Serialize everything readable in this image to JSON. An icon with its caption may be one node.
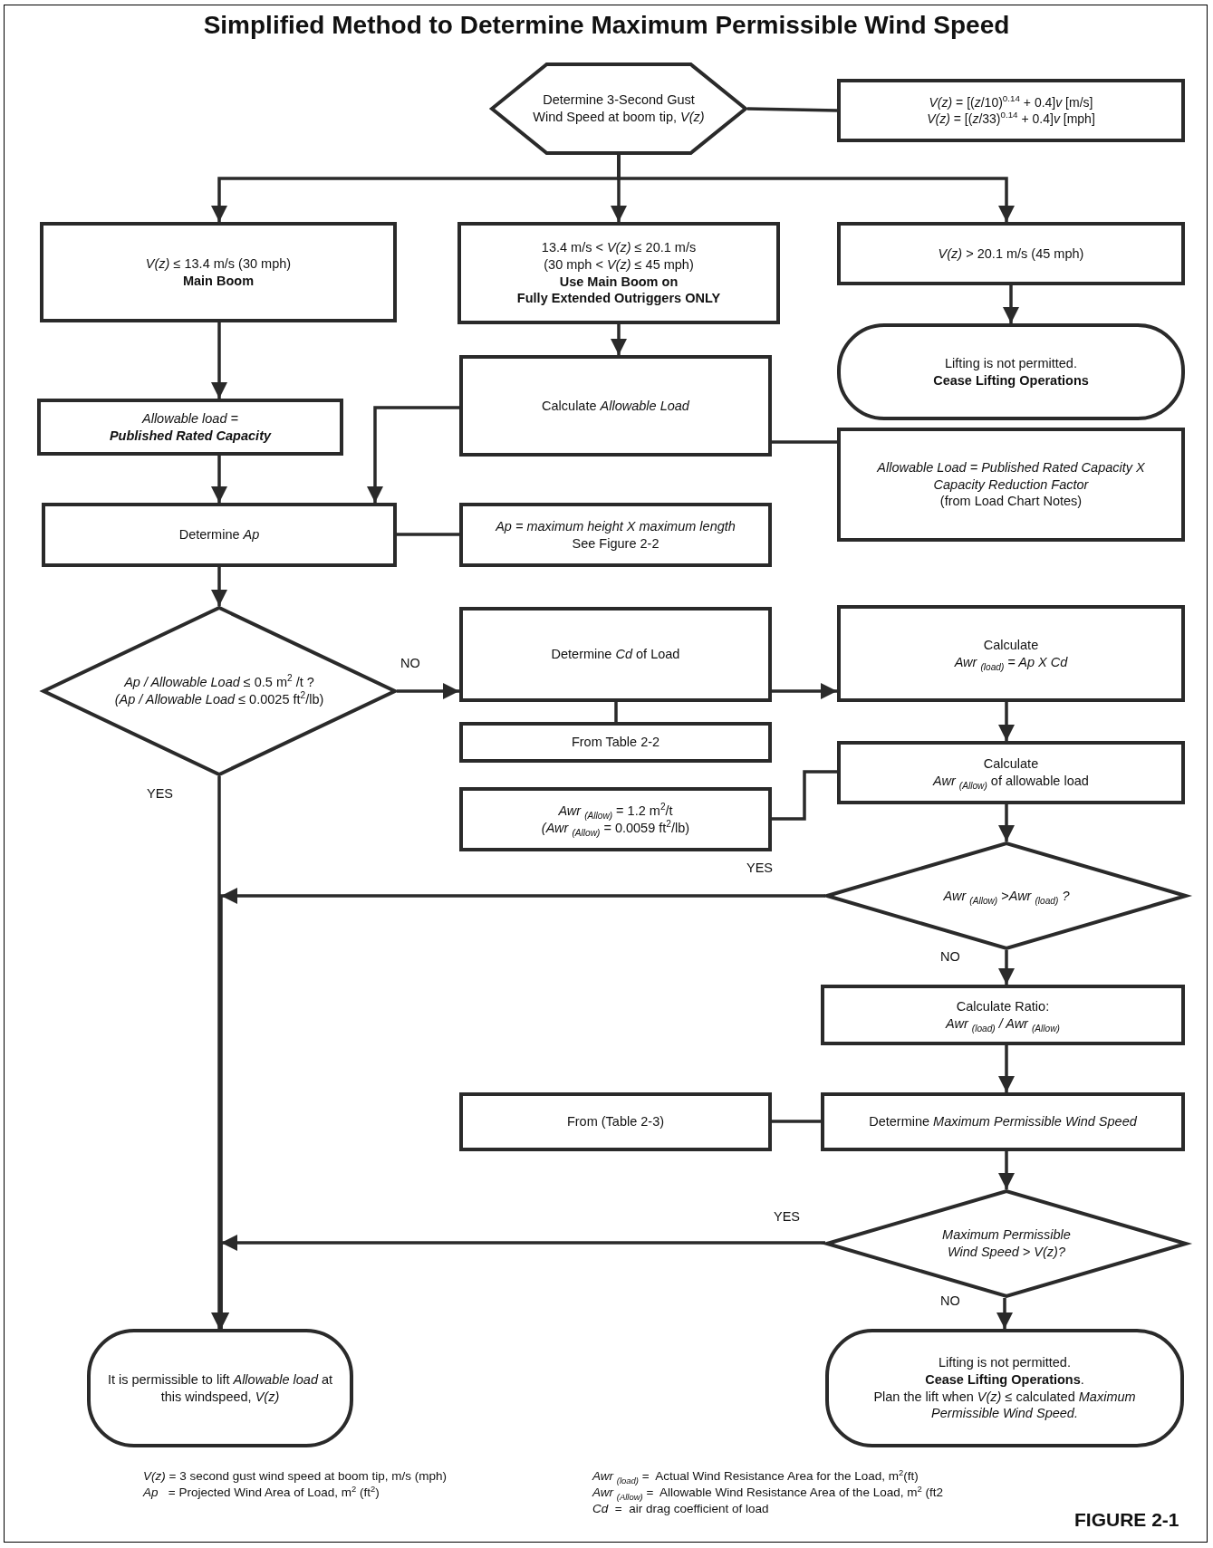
{
  "diagram": {
    "title": "Simplified Method to Determine Maximum Permissible Wind Speed",
    "nodes": [
      {
        "text": [
          "Determine 3-Second Gust Wind Speed at boom tip, *V(z)*"
        ]
      },
      {
        "text": [
          "*V(z)* = [(*z*/10)$^{0.14}$ + 0.4]*v*  [m/s]",
          "*V(z)* = [(*z*/33)$^{0.14}$ + 0.4]*v*  [mph]"
        ]
      },
      {
        "text": [
          "*V(z)* ≤ 13.4 m/s (30 mph)",
          "**Main Boom**"
        ]
      },
      {
        "text": [
          "13.4 m/s < *V(z)* ≤ 20.1 m/s",
          "(30 mph < *V(z)* ≤ 45 mph)",
          "**Use Main Boom on**",
          "**Fully Extended Outriggers ONLY**"
        ]
      },
      {
        "text": [
          "*V(z)* > 20.1 m/s (45 mph)"
        ]
      },
      {
        "text": [
          "Lifting is not permitted.",
          "**Cease Lifting Operations**"
        ]
      },
      {
        "text": [
          "Allowable load =",
          "**Published Rated Capacity**"
        ]
      },
      {
        "text": [
          "Calculate *Allowable Load*"
        ]
      },
      {
        "text": [
          "*Allowable Load = Published Rated Capacity X Capacity Reduction Factor*",
          "(from Load Chart Notes)"
        ]
      },
      {
        "text": [
          "Determine *Ap*"
        ]
      },
      {
        "text": [
          "*Ap = maximum height X maximum length*",
          "See Figure 2-2"
        ]
      },
      {
        "text": [
          "*Ap / Allowable Load* ≤ 0.5 m$^{2}$ /t ?",
          "*(Ap / Allowable Load* ≤ 0.0025 ft$^{2}$/lb)"
        ]
      },
      {
        "text": [
          "Determine *Cd* of Load"
        ]
      },
      {
        "text": [
          "Calculate",
          "*Awr* $_{(load)}$ *= Ap X Cd*"
        ]
      },
      {
        "text": [
          "From Table 2-2"
        ]
      },
      {
        "text": [
          "Calculate",
          "*Awr* $_{(Allow)}$ of allowable load"
        ]
      },
      {
        "text": [
          "*Awr* $_{(Allow)}$ = 1.2 m$^{2}$/t",
          "*(Awr* $_{(Allow)}$ = 0.0059 ft$^{2}$/lb)"
        ]
      },
      {
        "text": [
          "*Awr* $_{(Allow)}$ >*Awr* $_{(load)}$ *?*"
        ]
      },
      {
        "text": [
          "Calculate Ratio:",
          "*Awr* $_{(load)}$ */ Awr* $_{(Allow)}$"
        ]
      },
      {
        "text": [
          "From (Table 2-3)"
        ]
      },
      {
        "text": [
          "Determine *Maximum Permissible Wind Speed*"
        ]
      },
      {
        "text": [
          "Maximum Permissible Wind Speed > V(z)?"
        ]
      },
      {
        "text": [
          "It is permissible to lift *Allowable load* at this windspeed, *V(z)*"
        ]
      },
      {
        "text": [
          "Lifting is not permitted.",
          "**Cease Lifting Operations**.",
          "Plan the lift when *V(z)* ≤ calculated *Maximum Permissible Wind Speed.*"
        ]
      }
    ],
    "edges": [
      {
        "from": 0,
        "to": 1,
        "arrow": "none"
      },
      {
        "from": 0,
        "to": 2,
        "arrow": "to"
      },
      {
        "from": 0,
        "to": 3,
        "arrow": "to"
      },
      {
        "from": 0,
        "to": 4,
        "arrow": "to"
      },
      {
        "from": 4,
        "to": 5,
        "arrow": "to"
      },
      {
        "from": 2,
        "to": 6,
        "arrow": "to"
      },
      {
        "from": 3,
        "to": 7,
        "arrow": "to"
      },
      {
        "from": 7,
        "to": 9,
        "arrow": "to"
      },
      {
        "from": 7,
        "to": 8,
        "arrow": "none"
      },
      {
        "from": 6,
        "to": 9,
        "arrow": "to"
      },
      {
        "from": 9,
        "to": 10,
        "arrow": "none"
      },
      {
        "from": 9,
        "to": 11,
        "arrow": "to"
      },
      {
        "from": 11,
        "to": 12,
        "arrow": "to",
        "label": "NO"
      },
      {
        "from": 12,
        "to": 14,
        "arrow": "none"
      },
      {
        "from": 12,
        "to": 13,
        "arrow": "to"
      },
      {
        "from": 13,
        "to": 15,
        "arrow": "to"
      },
      {
        "from": 16,
        "to": 15,
        "arrow": "none"
      },
      {
        "from": 15,
        "to": 17,
        "arrow": "to"
      },
      {
        "from": 11,
        "to": 22,
        "arrow": "to",
        "label": "YES"
      },
      {
        "from": 17,
        "to": 22,
        "arrow": "to",
        "label": "YES"
      },
      {
        "from": 17,
        "to": 18,
        "arrow": "to",
        "label": "NO"
      },
      {
        "from": 18,
        "to": 20,
        "arrow": "to"
      },
      {
        "from": 19,
        "to": 20,
        "arrow": "none"
      },
      {
        "from": 20,
        "to": 21,
        "arrow": "to"
      },
      {
        "from": 21,
        "to": 22,
        "arrow": "to",
        "label": "YES"
      },
      {
        "from": 21,
        "to": 23,
        "arrow": "to",
        "label": "NO"
      }
    ],
    "labels": [
      "*V(z)* = 3 second gust wind speed at boom tip, m/s (mph)",
      "*Ap*   = Projected Wind Area of Load, m$^{2}$ (ft$^{2}$)",
      "*Awr* $_{(load)}$ =  Actual Wind Resistance Area for the Load, m$^{2}$(ft)",
      "*Awr* $_{(Allow)}$ =  Allowable Wind Resistance Area of the Load, m$^{2}$ (ft2",
      "*Cd*  =  air drag coefficient of load",
      "FIGURE 2-1"
    ]
  }
}
